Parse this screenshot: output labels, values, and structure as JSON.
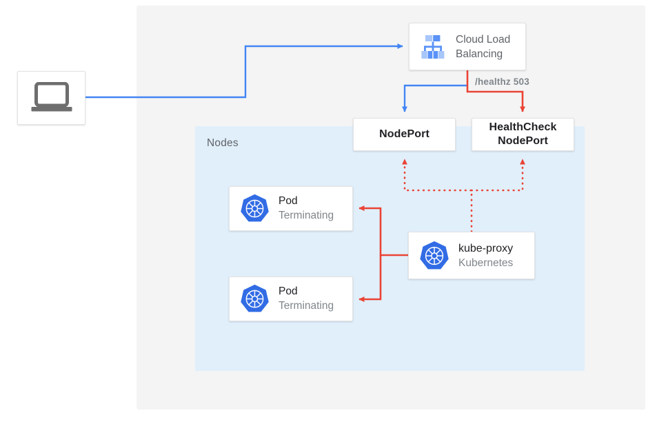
{
  "diagram": {
    "title_region": "kubernetes-external-traffic-policy-local",
    "nodes_group": {
      "label": "Nodes"
    },
    "client": {
      "icon": "laptop-icon",
      "label": ""
    },
    "load_balancer": {
      "icon": "cloud-load-balancing-icon",
      "line1": "Cloud Load",
      "line2": "Balancing"
    },
    "edge_labels": {
      "healthz": "/healthz 503"
    },
    "nodeport": {
      "label": "NodePort"
    },
    "healthcheck_nodeport": {
      "line1": "HealthCheck",
      "line2": "NodePort"
    },
    "pods": [
      {
        "icon": "kubernetes-icon",
        "title": "Pod",
        "subtitle": "Terminating"
      },
      {
        "icon": "kubernetes-icon",
        "title": "Pod",
        "subtitle": "Terminating"
      }
    ],
    "kube_proxy": {
      "icon": "kubernetes-icon",
      "title": "kube-proxy",
      "subtitle": "Kubernetes"
    },
    "colors": {
      "blue": "#4285f4",
      "red": "#ea4335",
      "panel_gray": "#f4f4f4",
      "nodes_blue": "#e1effb",
      "card_white": "#ffffff",
      "text_dark": "#202124",
      "text_muted": "#80868b",
      "k8s_blue": "#326ce5",
      "laptop_gray": "#6e6e6e"
    }
  }
}
